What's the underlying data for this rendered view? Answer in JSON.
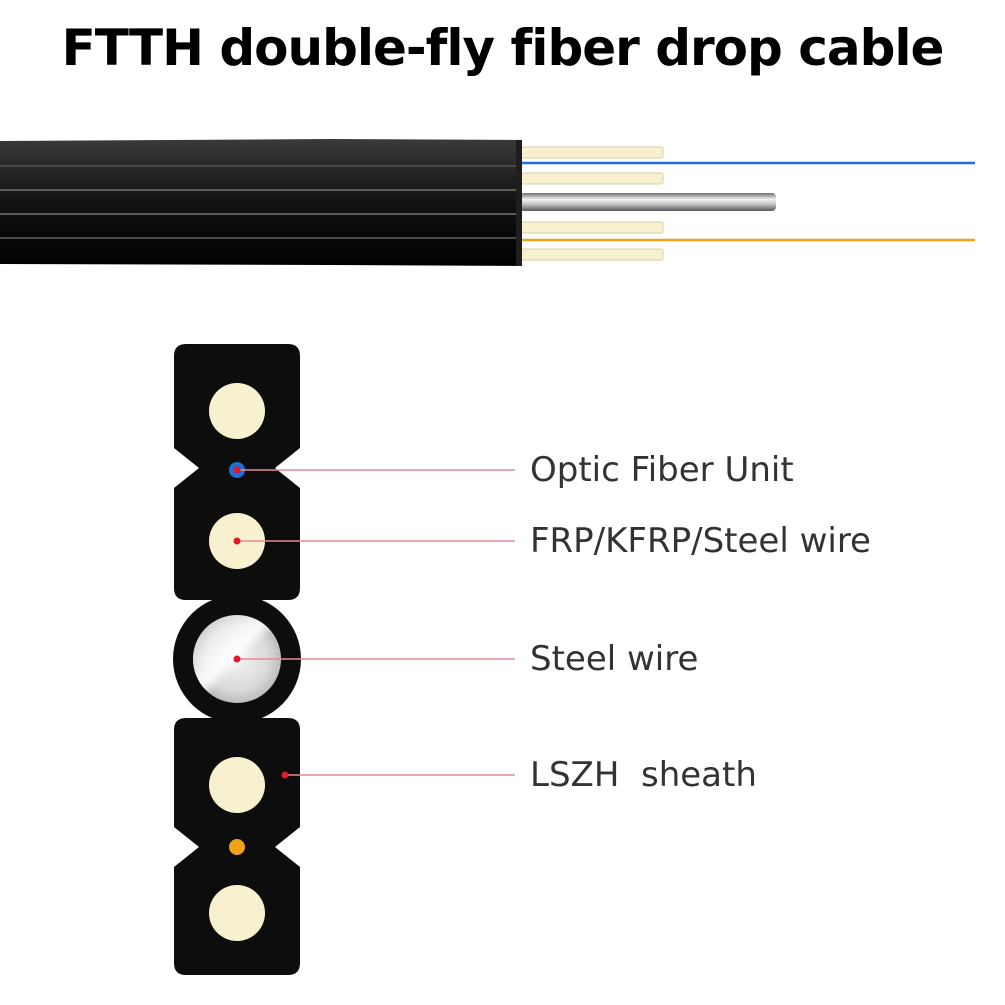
{
  "title": "FTTH double-fly fiber drop cable",
  "labels": {
    "optic_fiber_unit": "Optic Fiber Unit",
    "frp_kfrp_steel_wire": "FRP/KFRP/Steel wire",
    "steel_wire": "Steel wire",
    "lszh_sheath": "LSZH  sheath"
  },
  "colors": {
    "sheath": "#0d0d0d",
    "strength_member": "#f7f1cf",
    "fiber_blue": "#1f6fd6",
    "fiber_orange": "#f0a21a",
    "steel": "#b8b8b8",
    "leader_line": "#e58a96",
    "leader_dot": "#e0192b"
  }
}
